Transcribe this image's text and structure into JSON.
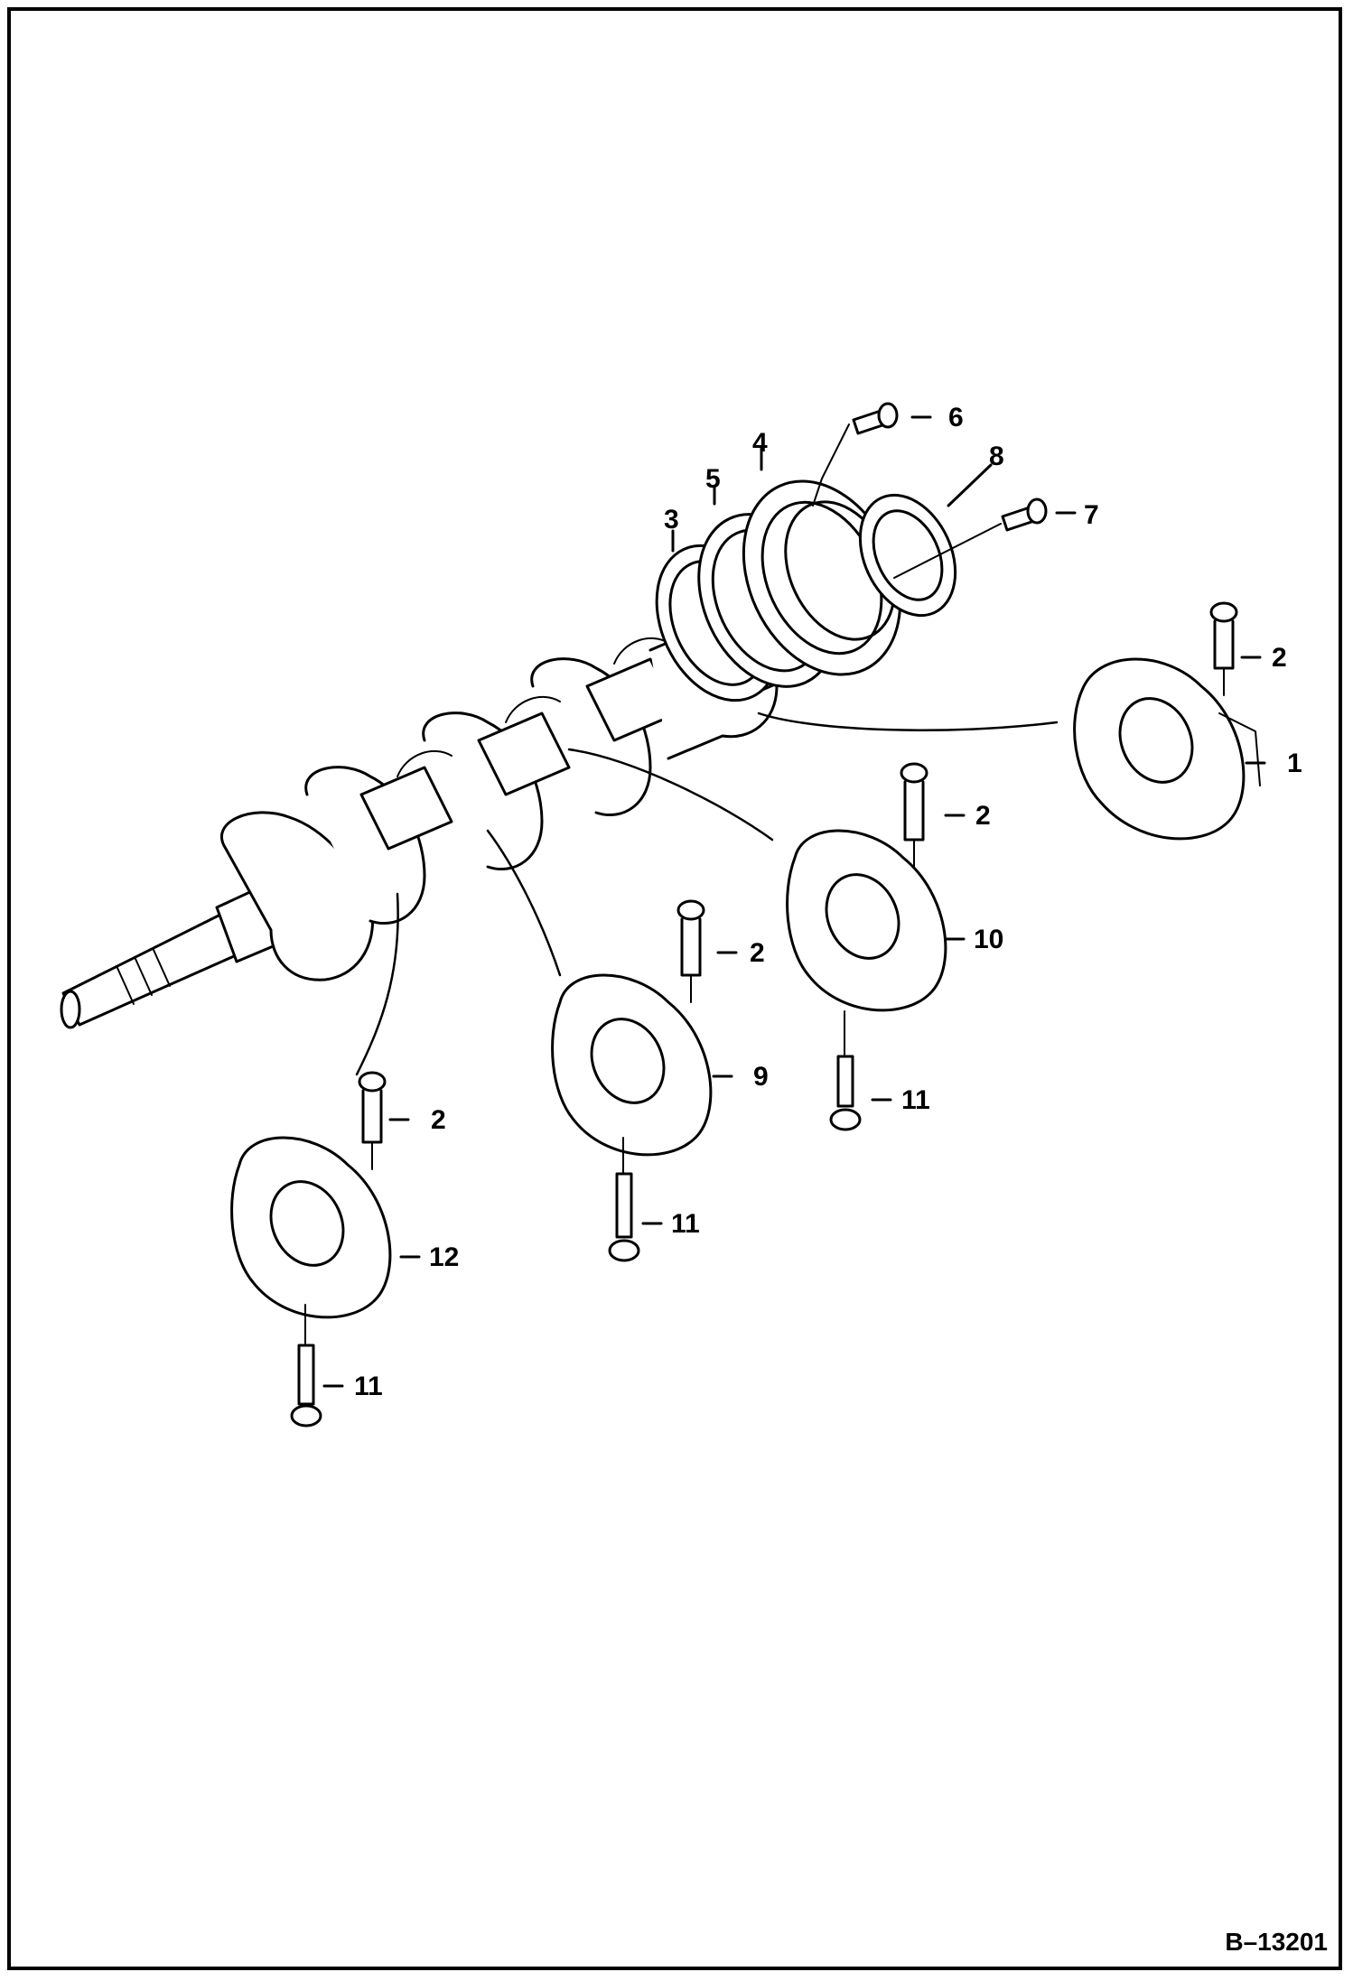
{
  "figure_id": "B–13201",
  "callouts": {
    "c1": "1",
    "c2a": "2",
    "c2b": "2",
    "c2c": "2",
    "c2d": "2",
    "c3": "3",
    "c4": "4",
    "c5": "5",
    "c6": "6",
    "c7": "7",
    "c8": "8",
    "c9": "9",
    "c10": "10",
    "c11a": "11",
    "c11b": "11",
    "c11c": "11",
    "c12": "12"
  }
}
